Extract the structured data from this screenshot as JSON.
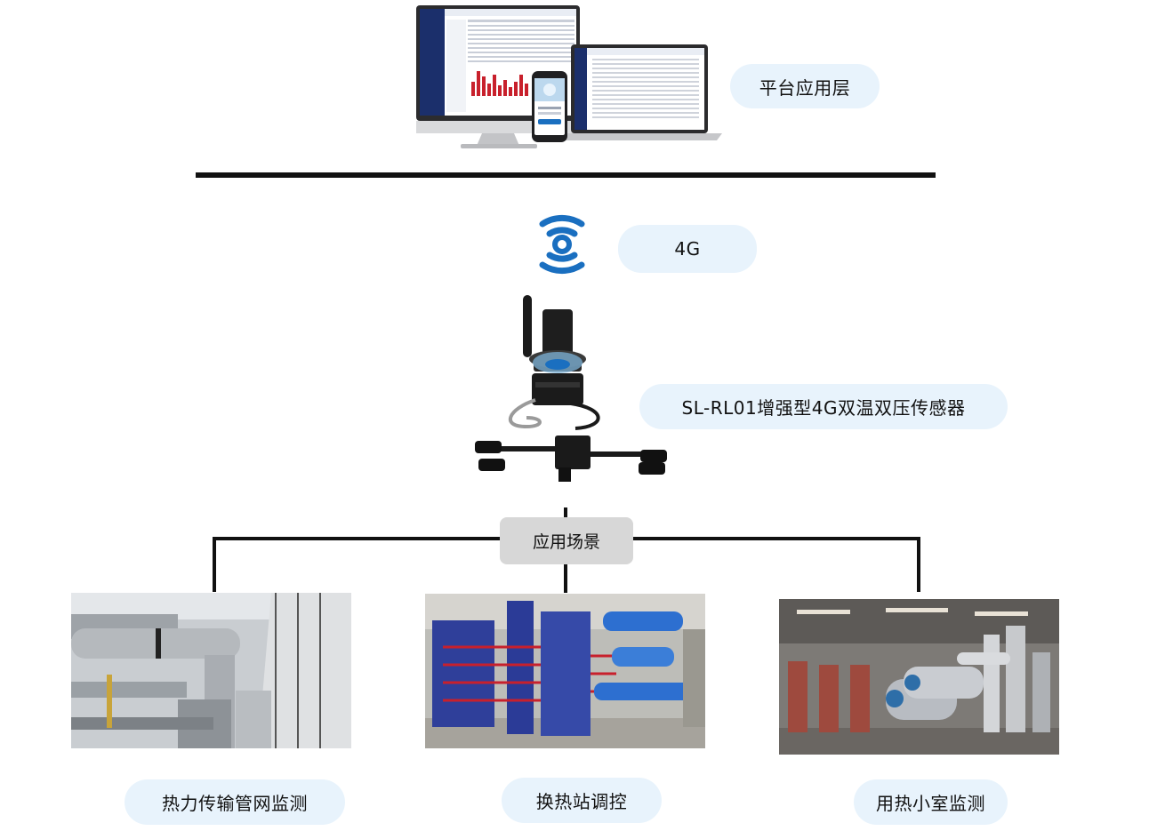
{
  "layers": {
    "platform_label": "平台应用层",
    "network_label": "4G",
    "device_label": "SL-RL01增强型4G双温双压传感器",
    "scene_label": "应用场景"
  },
  "scenes": [
    {
      "label": "热力传输管网监测",
      "photo": "pipe-network-photo"
    },
    {
      "label": "换热站调控",
      "photo": "heat-exchange-station-photo"
    },
    {
      "label": "用热小室监测",
      "photo": "heating-room-photo"
    }
  ],
  "colors": {
    "pill_bg": "#e8f3fc",
    "scene_box_bg": "#d7d7d7",
    "line": "#111111",
    "signal_blue": "#1a6fc0",
    "chart_red": "#c8202c",
    "ui_navy": "#1b2f6b"
  },
  "icons": [
    "wireless-signal-icon",
    "monitor-icon",
    "laptop-icon",
    "phone-icon",
    "sensor-device-icon"
  ]
}
